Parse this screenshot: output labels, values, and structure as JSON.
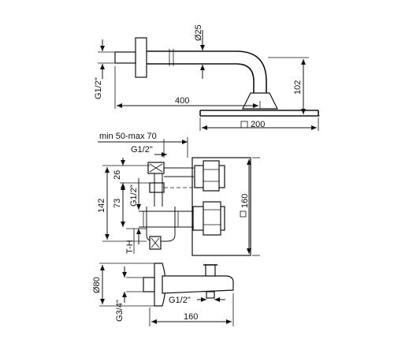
{
  "shower_arm": {
    "dia_25": "Ø25",
    "thread_g12": "G1/2\"",
    "len_400": "400",
    "height_102": "102",
    "head_200": "200"
  },
  "mixer": {
    "min_max": "min 50-max 70",
    "thread_g12_top": "G1/2\"",
    "dim_26": "26",
    "dim_142": "142",
    "dim_73": "73",
    "thread_g12_side": "G1/2\"",
    "t_h": "T-H",
    "dim_160": "160"
  },
  "spout": {
    "dia_80": "Ø80",
    "thread_g34": "G3/4\"",
    "thread_g12": "G1/2\"",
    "len_160": "160"
  }
}
